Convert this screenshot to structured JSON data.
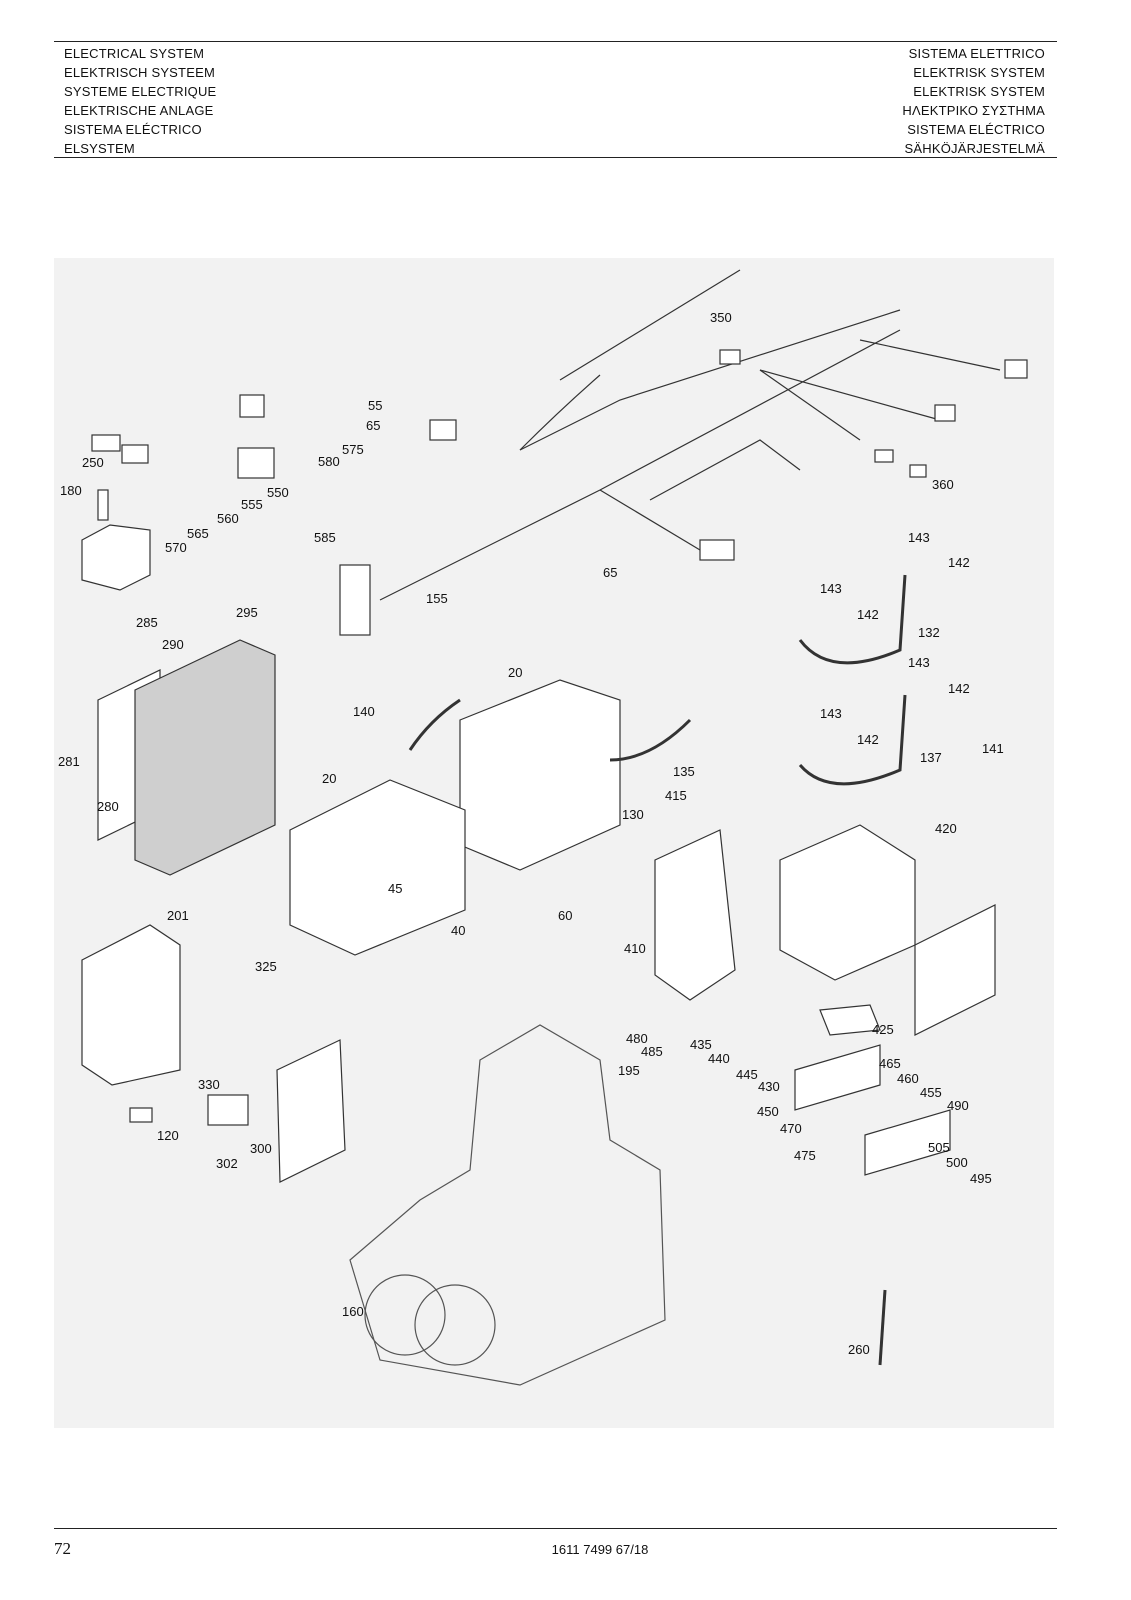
{
  "header": {
    "left": [
      "ELECTRICAL SYSTEM",
      "ELEKTRISCH SYSTEEM",
      "SYSTEME ELECTRIQUE",
      "ELEKTRISCHE ANLAGE",
      "SISTEMA ELÉCTRICO",
      "ELSYSTEM"
    ],
    "right": [
      "SISTEMA ELETTRICO",
      "ELEKTRISK SYSTEM",
      "ELEKTRISK SYSTEM",
      "ΗΛΕΚΤΡΙΚΟ ΣΥΣΤΗΜΑ",
      "SISTEMA ELÉCTRICO",
      "SÄHKÖJÄRJESTELMÄ"
    ]
  },
  "callouts": [
    "55",
    "65",
    "350",
    "575",
    "580",
    "550",
    "555",
    "560",
    "565",
    "570",
    "250",
    "180",
    "585",
    "155",
    "65",
    "360",
    "143",
    "142",
    "143",
    "142",
    "132",
    "285",
    "295",
    "290",
    "281",
    "280",
    "140",
    "20",
    "20",
    "143",
    "142",
    "143",
    "142",
    "137",
    "141",
    "135",
    "130",
    "415",
    "420",
    "45",
    "40",
    "60",
    "410",
    "201",
    "325",
    "425",
    "480",
    "485",
    "435",
    "440",
    "445",
    "430",
    "450",
    "465",
    "460",
    "455",
    "490",
    "470",
    "475",
    "505",
    "500",
    "495",
    "195",
    "330",
    "120",
    "300",
    "302",
    "160",
    "260"
  ],
  "footer": {
    "page": "72",
    "doc": "1611 7499 67/18"
  }
}
